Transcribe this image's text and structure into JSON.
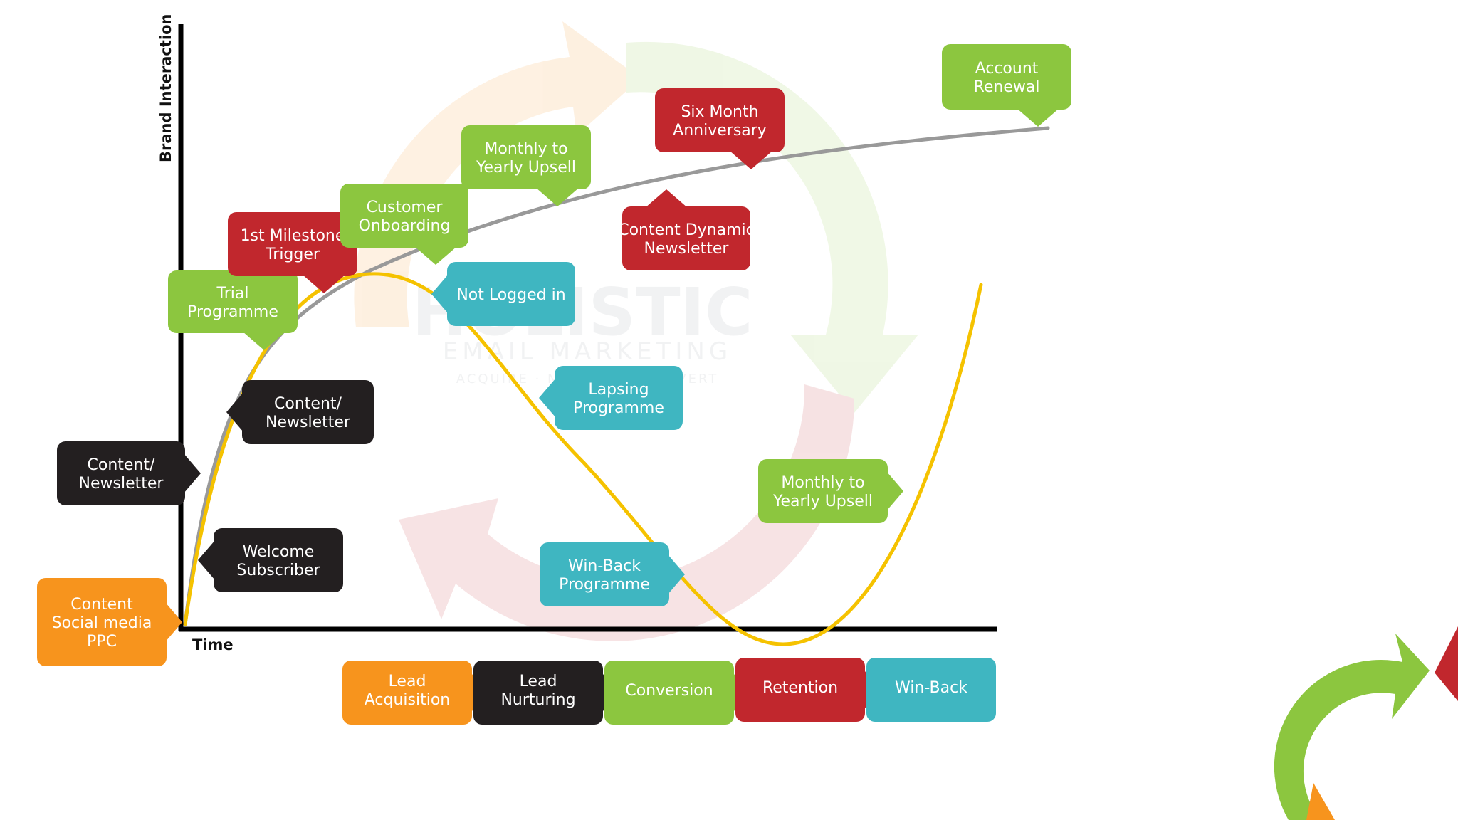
{
  "colors": {
    "orange": "#f7941d",
    "black": "#231f20",
    "green": "#8cc63f",
    "red": "#c1272d",
    "teal": "#3fb6c1",
    "engagement_curve": "#f5c200",
    "brand_curve": "#999999",
    "axis": "#000000"
  },
  "axes": {
    "y_label": "Brand Interaction",
    "x_label": "Time"
  },
  "watermark": {
    "title": "HOLISTIC",
    "subtitle": "EMAIL MARKETING",
    "tagline": "ACQUIRE · NURTURE · CONVERT"
  },
  "stages": [
    {
      "label": "Lead\nAcquisition",
      "color": "orange"
    },
    {
      "label": "Lead\nNurturing",
      "color": "black"
    },
    {
      "label": "Conversion",
      "color": "green"
    },
    {
      "label": "Retention",
      "color": "red"
    },
    {
      "label": "Win-Back",
      "color": "teal"
    }
  ],
  "touchpoints": [
    {
      "label": "Content\nSocial media\nPPC",
      "color": "orange"
    },
    {
      "label": "Content/\nNewsletter",
      "color": "black"
    },
    {
      "label": "Welcome\nSubscriber",
      "color": "black"
    },
    {
      "label": "Content/\nNewsletter",
      "color": "black"
    },
    {
      "label": "Trial\nProgramme",
      "color": "green"
    },
    {
      "label": "1st Milestone\nTrigger",
      "color": "red"
    },
    {
      "label": "Customer\nOnboarding",
      "color": "green"
    },
    {
      "label": "Monthly to\nYearly Upsell",
      "color": "green"
    },
    {
      "label": "Not Logged in",
      "color": "teal"
    },
    {
      "label": "Content Dynamic\nNewsletter",
      "color": "red"
    },
    {
      "label": "Six Month\nAnniversary",
      "color": "red"
    },
    {
      "label": "Account\nRenewal",
      "color": "green"
    },
    {
      "label": "Lapsing\nProgramme",
      "color": "teal"
    },
    {
      "label": "Win-Back\nProgramme",
      "color": "teal"
    },
    {
      "label": "Monthly to\nYearly Upsell",
      "color": "green"
    }
  ]
}
